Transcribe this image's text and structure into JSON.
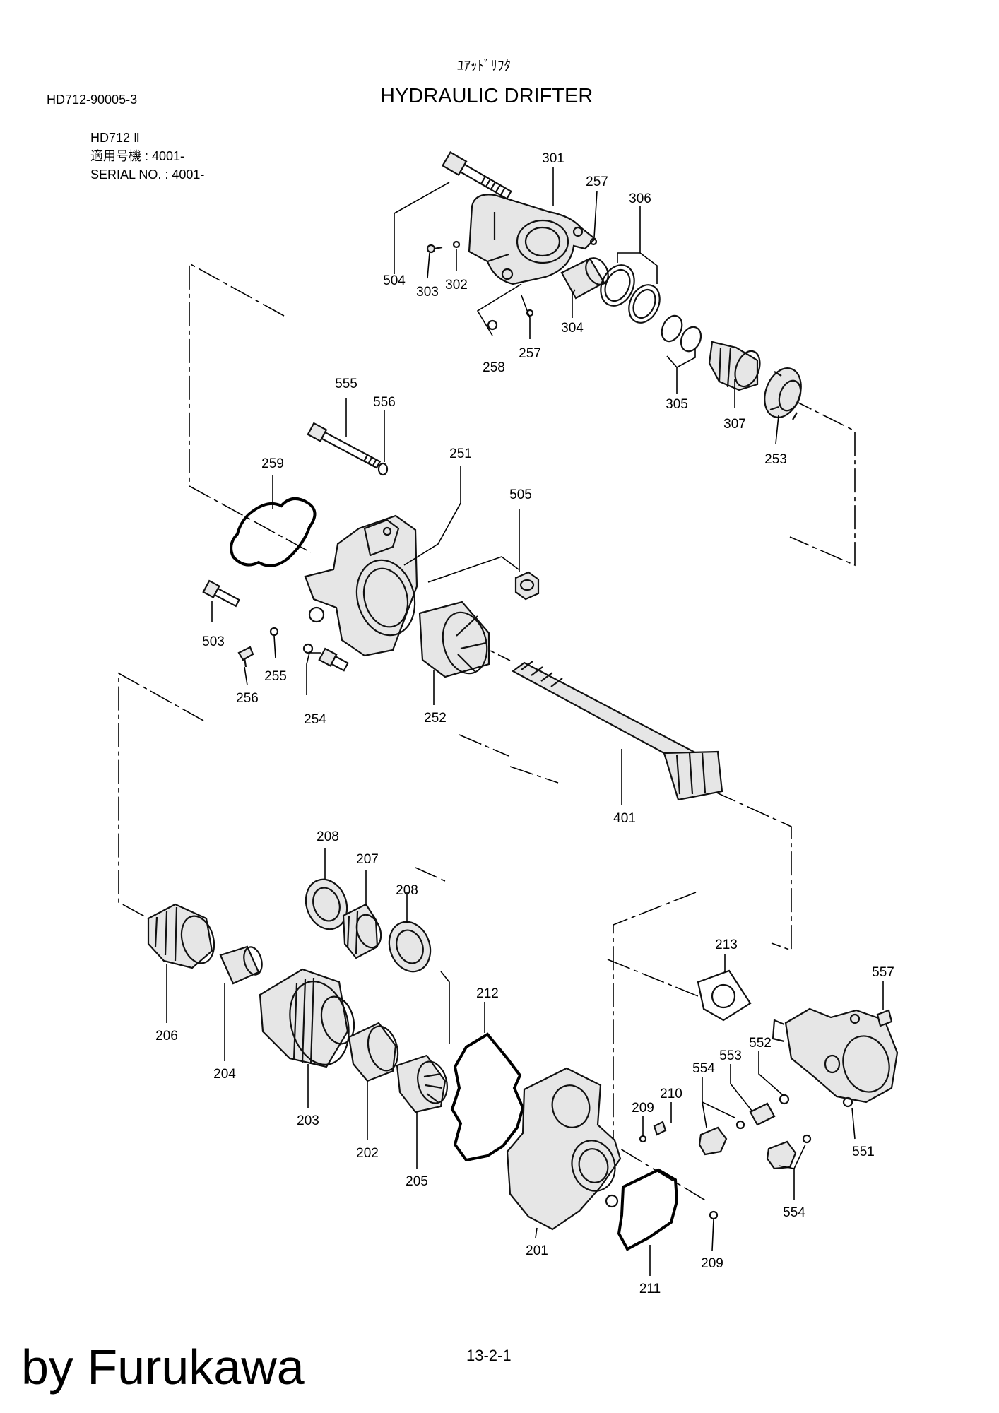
{
  "header": {
    "title_kana": "ﾕｱｯﾄﾞﾘﾌﾀ",
    "title": "HYDRAULIC DRIFTER",
    "doc_number": "HD712-90005-3",
    "model": "HD712 Ⅱ",
    "applicable_serial_jp": "適用号機 : 4001-",
    "serial_no": "SERIAL NO. : 4001-"
  },
  "footer": {
    "watermark": "by Furukawa",
    "page_number": "13-2-1"
  },
  "callouts": [
    {
      "label": "301"
    },
    {
      "label": "257"
    },
    {
      "label": "306"
    },
    {
      "label": "504"
    },
    {
      "label": "303"
    },
    {
      "label": "302"
    },
    {
      "label": "304"
    },
    {
      "label": "258"
    },
    {
      "label": "257"
    },
    {
      "label": "305"
    },
    {
      "label": "307"
    },
    {
      "label": "253"
    },
    {
      "label": "555"
    },
    {
      "label": "556"
    },
    {
      "label": "251"
    },
    {
      "label": "505"
    },
    {
      "label": "259"
    },
    {
      "label": "503"
    },
    {
      "label": "255"
    },
    {
      "label": "256"
    },
    {
      "label": "254"
    },
    {
      "label": "252"
    },
    {
      "label": "401"
    },
    {
      "label": "208"
    },
    {
      "label": "207"
    },
    {
      "label": "208"
    },
    {
      "label": "213"
    },
    {
      "label": "557"
    },
    {
      "label": "212"
    },
    {
      "label": "552"
    },
    {
      "label": "553"
    },
    {
      "label": "554"
    },
    {
      "label": "206"
    },
    {
      "label": "204"
    },
    {
      "label": "203"
    },
    {
      "label": "202"
    },
    {
      "label": "205"
    },
    {
      "label": "210"
    },
    {
      "label": "209"
    },
    {
      "label": "551"
    },
    {
      "label": "554"
    },
    {
      "label": "201"
    },
    {
      "label": "211"
    },
    {
      "label": "209"
    }
  ]
}
